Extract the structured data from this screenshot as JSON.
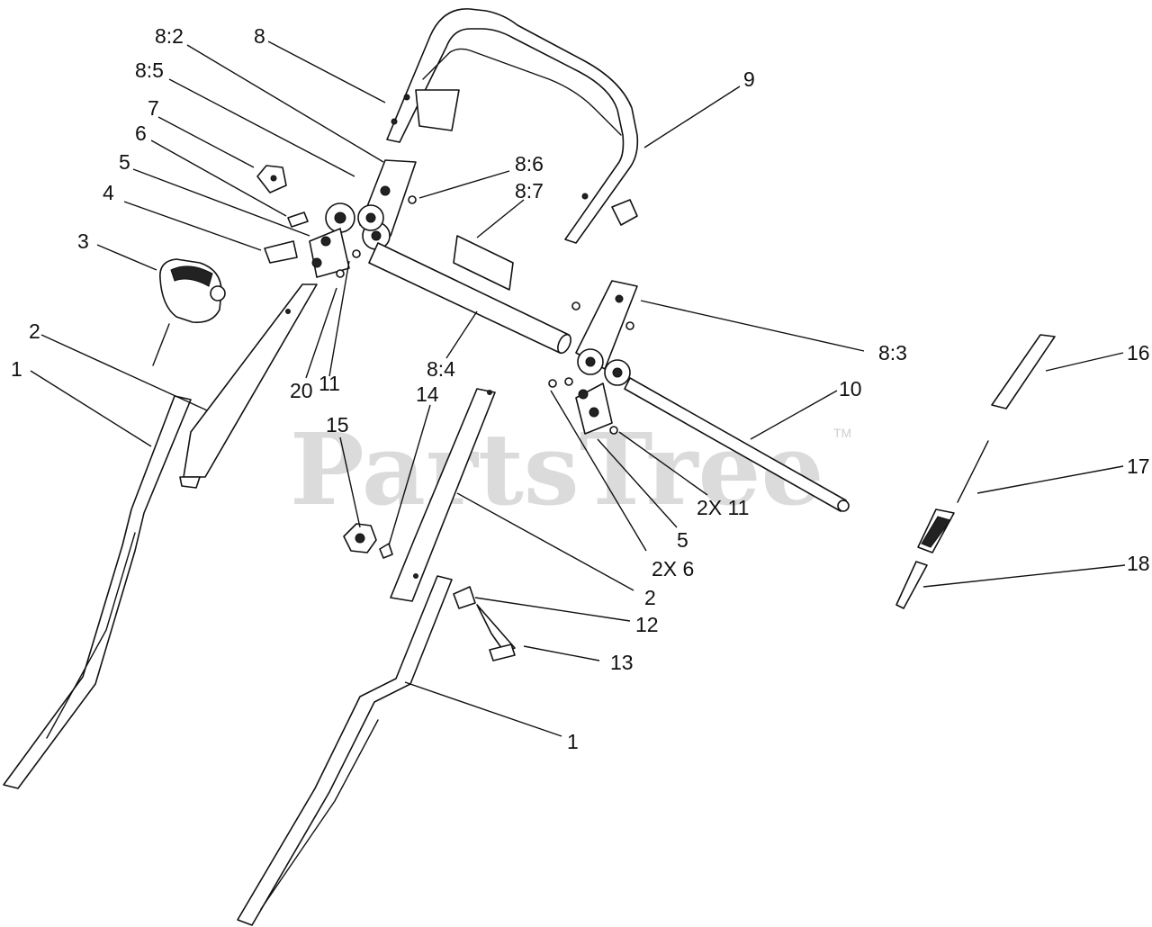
{
  "watermark": {
    "text": "PartsTree",
    "tm": "TM"
  },
  "callouts": [
    {
      "id": "c-8-2",
      "text": "8:2"
    },
    {
      "id": "c-8",
      "text": "8"
    },
    {
      "id": "c-8-5",
      "text": "8:5"
    },
    {
      "id": "c-9",
      "text": "9"
    },
    {
      "id": "c-7",
      "text": "7"
    },
    {
      "id": "c-6",
      "text": "6"
    },
    {
      "id": "c-8-6",
      "text": "8:6"
    },
    {
      "id": "c-5-left",
      "text": "5"
    },
    {
      "id": "c-8-7",
      "text": "8:7"
    },
    {
      "id": "c-4",
      "text": "4"
    },
    {
      "id": "c-3",
      "text": "3"
    },
    {
      "id": "c-8-3",
      "text": "8:3"
    },
    {
      "id": "c-2-left",
      "text": "2"
    },
    {
      "id": "c-16",
      "text": "16"
    },
    {
      "id": "c-1-left",
      "text": "1"
    },
    {
      "id": "c-8-4",
      "text": "8:4"
    },
    {
      "id": "c-20",
      "text": "20"
    },
    {
      "id": "c-11",
      "text": "11"
    },
    {
      "id": "c-10",
      "text": "10"
    },
    {
      "id": "c-15",
      "text": "15"
    },
    {
      "id": "c-14",
      "text": "14"
    },
    {
      "id": "c-17",
      "text": "17"
    },
    {
      "id": "c-2x11",
      "text": "2X 11"
    },
    {
      "id": "c-5-right",
      "text": "5"
    },
    {
      "id": "c-18",
      "text": "18"
    },
    {
      "id": "c-2x6",
      "text": "2X 6"
    },
    {
      "id": "c-2-right",
      "text": "2"
    },
    {
      "id": "c-12",
      "text": "12"
    },
    {
      "id": "c-13",
      "text": "13"
    },
    {
      "id": "c-1-right",
      "text": "1"
    }
  ]
}
